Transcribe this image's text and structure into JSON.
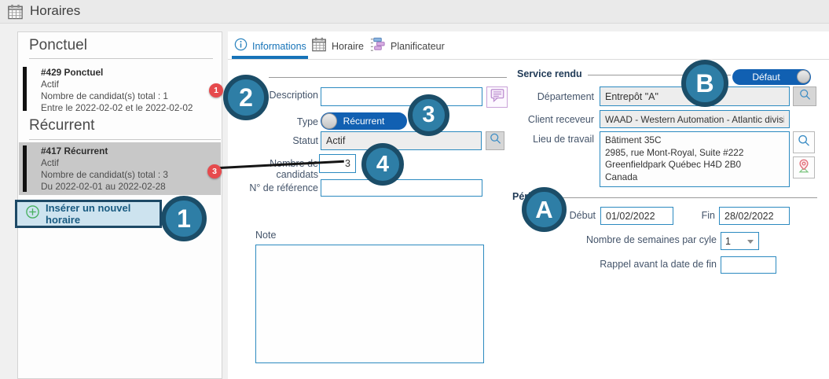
{
  "header": {
    "title": "Horaires"
  },
  "sidebar": {
    "sections": [
      {
        "title": "Ponctuel",
        "entries": [
          {
            "title": "#429 Ponctuel",
            "status": "Actif",
            "candidates": "Nombre de candidat(s) total : 1",
            "dates": "Entre le 2022-02-02 et le 2022-02-02",
            "badge": "1",
            "selected": false
          }
        ]
      },
      {
        "title": "Récurrent",
        "entries": [
          {
            "title": "#417 Récurrent",
            "status": "Actif",
            "candidates": "Nombre de candidat(s) total : 3",
            "dates": "Du 2022-02-01 au 2022-02-28",
            "badge": "3",
            "selected": true
          }
        ]
      }
    ],
    "insert_button": "Insérer un nouvel horaire"
  },
  "tabs": [
    {
      "label": "Informations",
      "active": true
    },
    {
      "label": "Horaire",
      "active": false
    },
    {
      "label": "Planificateur",
      "active": false
    }
  ],
  "form": {
    "description_label": "Description",
    "description_value": "",
    "type_label": "Type",
    "type_toggle_value": "Récurrent",
    "statut_label": "Statut",
    "statut_value": "Actif",
    "candidates_label": "Nombre de candidats",
    "candidates_value": "3",
    "reference_label": "N° de référence",
    "reference_value": "",
    "note_label": "Note",
    "note_value": ""
  },
  "service": {
    "title": "Service rendu",
    "default_toggle_label": "Défaut",
    "departement_label": "Département",
    "departement_value": "Entrepôt \"A\"",
    "client_label": "Client receveur",
    "client_value": "WAAD - Western Automation - Atlantic division",
    "lieu_label": "Lieu de travail",
    "lieu_value": "Bâtiment 35C\n2985, rue Mont-Royal, Suite #222\nGreenfieldpark Québec H4D 2B0\nCanada"
  },
  "periode": {
    "title": "Période",
    "debut_label": "Début",
    "debut_value": "01/02/2022",
    "fin_label": "Fin",
    "fin_value": "28/02/2022",
    "semaines_label": "Nombre de semaines par cyle",
    "semaines_value": "1",
    "rappel_label": "Rappel avant la date de fin",
    "rappel_value": ""
  },
  "callouts": {
    "c1": "1",
    "c2": "2",
    "c3": "3",
    "c4": "4",
    "cA": "A",
    "cB": "B"
  },
  "colors": {
    "accent_blue": "#1673b8",
    "input_border": "#2c8ac0",
    "toggle_blue": "#1160b2",
    "callout_fill": "#2e7ea6",
    "callout_border": "#1b4d68",
    "badge_red": "#e64a4d",
    "selected_entry": "#c8c8c8",
    "highlight_border": "#1d4966"
  }
}
